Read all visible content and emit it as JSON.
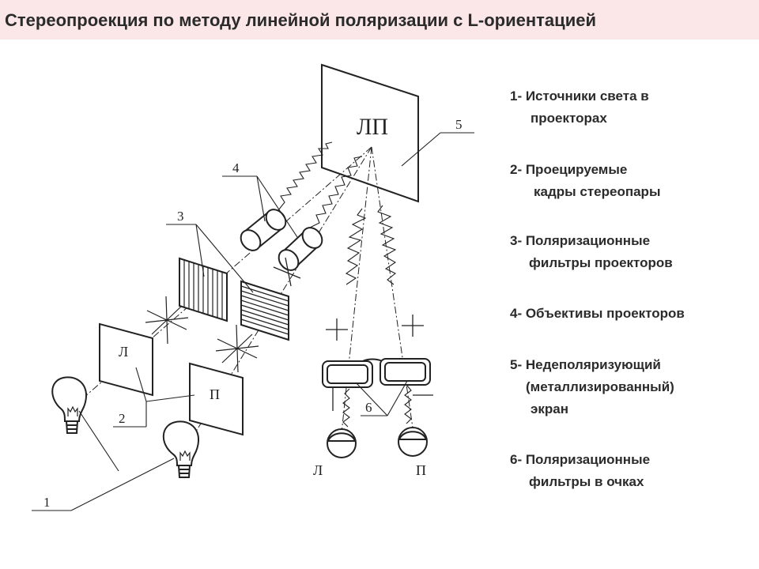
{
  "title": "Стереопроекция по методу линейной поляризации с L-ориентацией",
  "diagram": {
    "screen_letters": "ЛП",
    "frame_left_letter": "Л",
    "frame_right_letter": "П",
    "eye_left_letter": "Л",
    "eye_right_letter": "П",
    "callouts": [
      "1",
      "2",
      "3",
      "4",
      "5",
      "6"
    ]
  },
  "legend": [
    {
      "line1": "1- Источники света в",
      "line2": "проекторах",
      "line3": ""
    },
    {
      "line1": "2- Проецируемые",
      "line2": "кадры стереопары",
      "line3": ""
    },
    {
      "line1": "3- Поляризационные",
      "line2": "фильтры проекторов",
      "line3": ""
    },
    {
      "line1": "4- Объективы проекторов",
      "line2": "",
      "line3": ""
    },
    {
      "line1": "5- Недеполяризующий",
      "line2": "(металлизированный)",
      "line3": "экран"
    },
    {
      "line1": "6- Поляризационные",
      "line2": "фильтры в очках",
      "line3": ""
    }
  ]
}
